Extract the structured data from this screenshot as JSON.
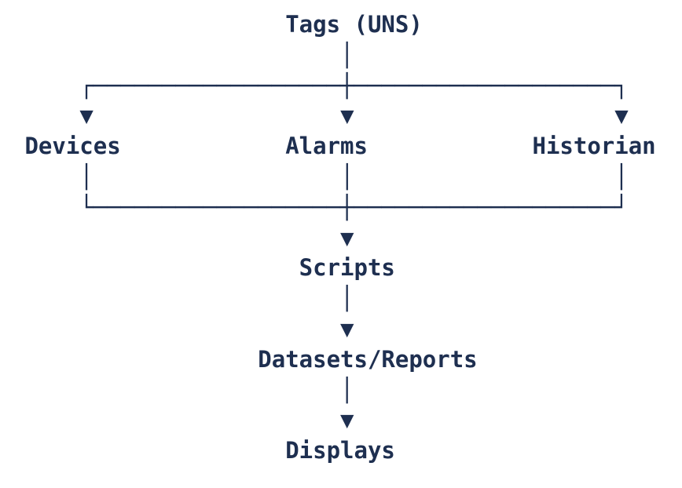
{
  "diagram": {
    "colors": {
      "ink": "#1e2f50",
      "background": "#ffffff"
    },
    "lines": [
      {
        "segments": [
          {
            "pad": 20,
            "text": "Tags (UNS)",
            "name": "node-tags-uns"
          }
        ]
      },
      {
        "segments": [
          {
            "pad": 24,
            "text": "│",
            "name": "vertical-connector"
          }
        ]
      },
      {
        "segments": [
          {
            "pad": 5,
            "text": "┌──────────────────┼───────────────────┐",
            "name": "branch-split-connector"
          }
        ]
      },
      {
        "segments": [
          {
            "pad": 5,
            "text": "▼",
            "name": "arrow-down-icon"
          },
          {
            "pad": 18,
            "text": "▼",
            "name": "arrow-down-icon"
          },
          {
            "pad": 19,
            "text": "▼",
            "name": "arrow-down-icon"
          }
        ]
      },
      {
        "segments": [
          {
            "pad": 1,
            "text": "Devices",
            "name": "node-devices"
          },
          {
            "pad": 12,
            "text": "Alarms",
            "name": "node-alarms"
          },
          {
            "pad": 12,
            "text": "Historian",
            "name": "node-historian"
          }
        ]
      },
      {
        "segments": [
          {
            "pad": 5,
            "text": "│",
            "name": "vertical-connector"
          },
          {
            "pad": 18,
            "text": "│",
            "name": "vertical-connector"
          },
          {
            "pad": 19,
            "text": "│",
            "name": "vertical-connector"
          }
        ]
      },
      {
        "segments": [
          {
            "pad": 5,
            "text": "└──────────────────┼───────────────────┘",
            "name": "branch-merge-connector"
          }
        ]
      },
      {
        "segments": [
          {
            "pad": 24,
            "text": "▼",
            "name": "arrow-down-icon"
          }
        ]
      },
      {
        "segments": [
          {
            "pad": 21,
            "text": "Scripts",
            "name": "node-scripts"
          }
        ]
      },
      {
        "segments": [
          {
            "pad": 24,
            "text": "│",
            "name": "vertical-connector"
          }
        ]
      },
      {
        "segments": [
          {
            "pad": 24,
            "text": "▼",
            "name": "arrow-down-icon"
          }
        ]
      },
      {
        "segments": [
          {
            "pad": 18,
            "text": "Datasets/Reports",
            "name": "node-datasets-reports"
          }
        ]
      },
      {
        "segments": [
          {
            "pad": 24,
            "text": "│",
            "name": "vertical-connector"
          }
        ]
      },
      {
        "segments": [
          {
            "pad": 24,
            "text": "▼",
            "name": "arrow-down-icon"
          }
        ]
      },
      {
        "segments": [
          {
            "pad": 20,
            "text": "Displays",
            "name": "node-displays"
          }
        ]
      }
    ]
  }
}
